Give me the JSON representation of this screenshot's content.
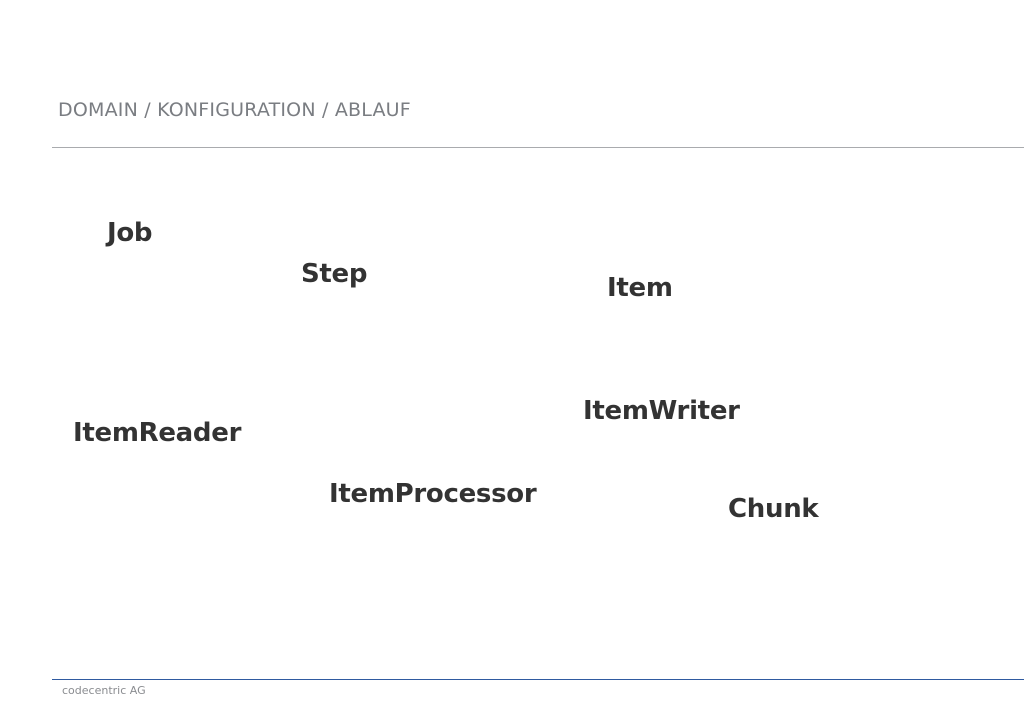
{
  "header": {
    "title": "DOMAIN / KONFIGURATION / ABLAUF"
  },
  "terms": {
    "job": "Job",
    "step": "Step",
    "item": "Item",
    "item_writer": "ItemWriter",
    "item_reader": "ItemReader",
    "item_processor": "ItemProcessor",
    "chunk": "Chunk"
  },
  "footer": {
    "company": "codecentric AG"
  },
  "colors": {
    "title": "#7a7d82",
    "term": "#333333",
    "footer_rule": "#2f5aa0"
  }
}
